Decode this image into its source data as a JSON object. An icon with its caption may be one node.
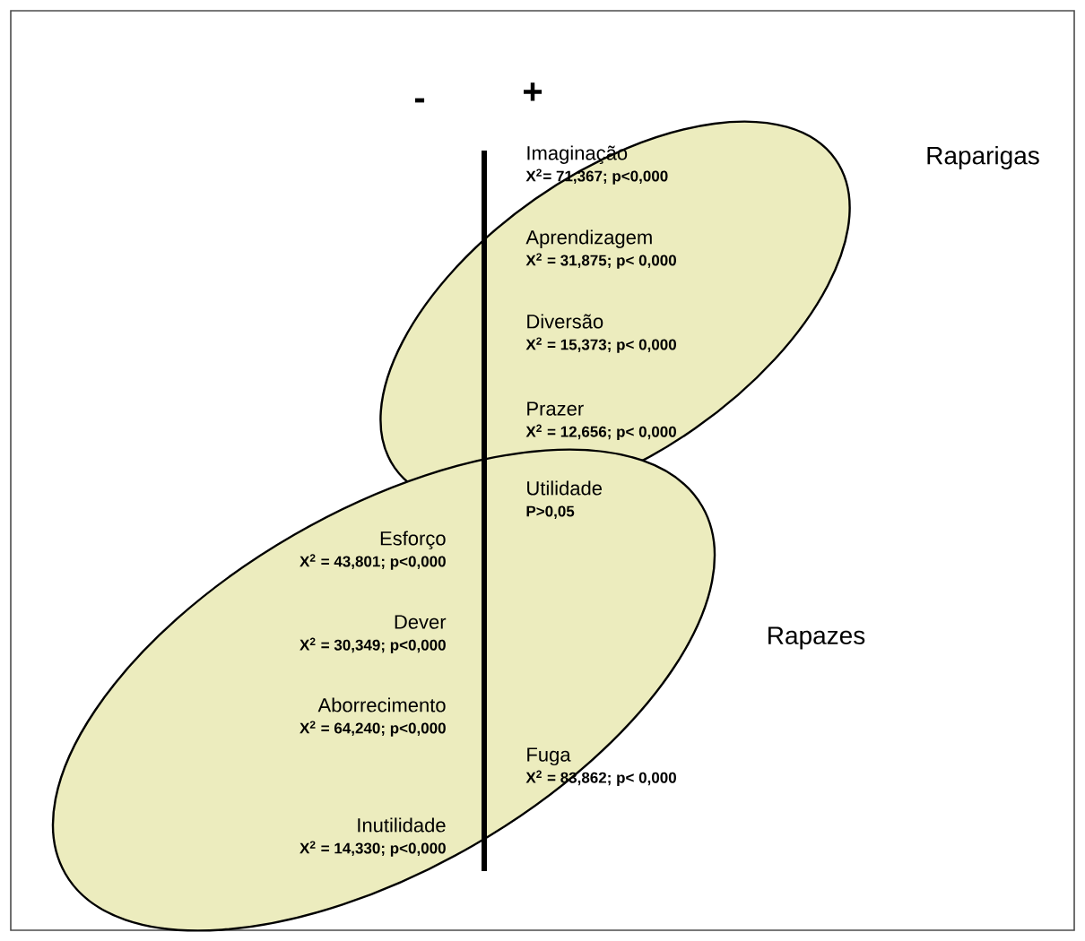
{
  "diagram": {
    "nodes": [
      {
        "text": [
          "Raparigas"
        ]
      },
      {
        "text": [
          "Rapazes"
        ]
      },
      {
        "text": [
          "Imaginação",
          "X$^{2}$= 71,367; p<0,000"
        ],
        "in": 0
      },
      {
        "text": [
          "Aprendizagem",
          "X$^{2}$ = 31,875; p< 0,000"
        ],
        "in": 0
      },
      {
        "text": [
          "Diversão",
          "X$^{2}$ = 15,373; p< 0,000"
        ],
        "in": 0
      },
      {
        "text": [
          "Prazer",
          "X$^{2}$ = 12,656; p< 0,000"
        ],
        "in": 0
      },
      {
        "text": [
          "Utilidade",
          "P>0,05"
        ],
        "in": 1
      },
      {
        "text": [
          "Esforço",
          "X$^{2}$ = 43,801; p<0,000"
        ],
        "in": 1
      },
      {
        "text": [
          "Dever",
          "X$^{2}$ = 30,349; p<0,000"
        ],
        "in": 1
      },
      {
        "text": [
          "Aborrecimento",
          "X$^{2}$ = 64,240; p<0,000"
        ],
        "in": 1
      },
      {
        "text": [
          "Fuga",
          "X$^{2}$ = 83,862; p< 0,000"
        ],
        "in": 1
      },
      {
        "text": [
          "Inutilidade",
          "X$^{2}$ = 14,330; p<0,000"
        ],
        "in": 1
      }
    ],
    "labels": [
      "-",
      "+"
    ]
  }
}
